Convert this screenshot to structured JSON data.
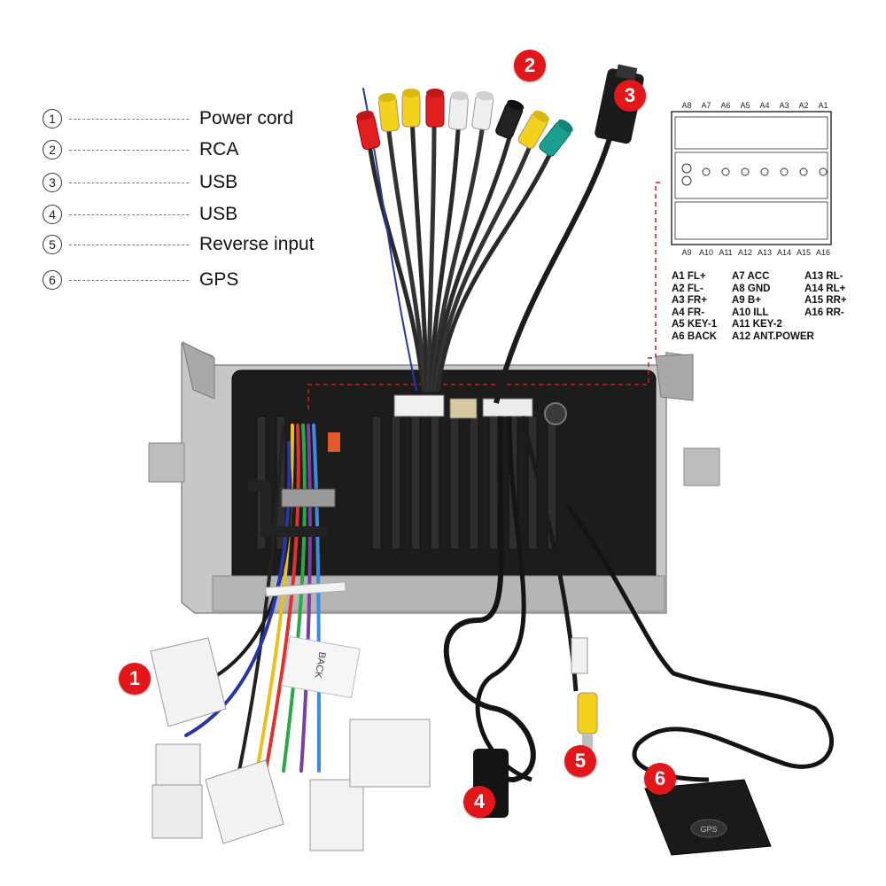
{
  "legend": {
    "items": [
      {
        "num": "1",
        "label": "Power cord"
      },
      {
        "num": "2",
        "label": "RCA"
      },
      {
        "num": "3",
        "label": "USB"
      },
      {
        "num": "4",
        "label": "USB"
      },
      {
        "num": "5",
        "label": "Reverse input"
      },
      {
        "num": "6",
        "label": "GPS"
      }
    ]
  },
  "badges": [
    "1",
    "2",
    "3",
    "4",
    "5",
    "6"
  ],
  "connector": {
    "top_labels": [
      "A8",
      "A7",
      "A6",
      "A5",
      "A4",
      "A3",
      "A2",
      "A1"
    ],
    "bottom_labels": [
      "A9",
      "A10",
      "A11",
      "A12",
      "A13",
      "A14",
      "A15",
      "A16"
    ]
  },
  "pinout": {
    "col1": [
      "A1 FL+",
      "A2 FL-",
      "A3 FR+",
      "A4 FR-",
      "A5 KEY-1",
      "A6 BACK"
    ],
    "col2": [
      "A7 ACC",
      "A8 GND",
      "A9 B+",
      "A10 ILL",
      "A11 KEY-2",
      "A12 ANT.POWER"
    ],
    "col3": [
      "A13 RL-",
      "A14 RL+",
      "A15 RR+",
      "A16 RR-"
    ]
  },
  "product_labels": {
    "back": "BACK",
    "gps": "GPS"
  },
  "colors": {
    "badge": "#e3171b",
    "dashed_line": "#d0181b",
    "panel": "#c9c9c9",
    "rca": [
      "#e02020",
      "#f2d21a",
      "#e8e8e8",
      "#222222",
      "#1a9e8e"
    ]
  }
}
